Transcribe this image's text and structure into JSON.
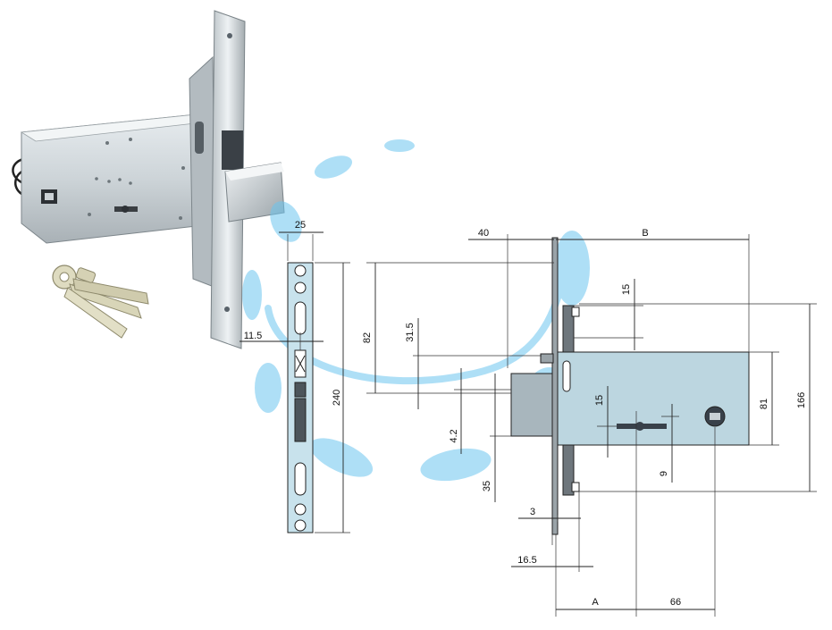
{
  "diagram": {
    "faceplate_width": "25",
    "faceplate_offset": "11.5",
    "faceplate_length": "240",
    "dims": {
      "d40": "40",
      "dB": "B",
      "d82": "82",
      "d31_5": "31.5",
      "d4_2": "4.2",
      "d35": "35",
      "d15_top": "15",
      "d15_mid": "15",
      "d9": "9",
      "d81": "81",
      "d166": "166",
      "d3": "3",
      "d16_5": "16.5",
      "dA": "A",
      "d66": "66"
    }
  },
  "colors": {
    "metal": "#c9d1d6",
    "metal_dark": "#8e979d",
    "body_fill": "#bcd6e0",
    "watermark": "#6cc6f0",
    "key": "#d8d5b8"
  }
}
